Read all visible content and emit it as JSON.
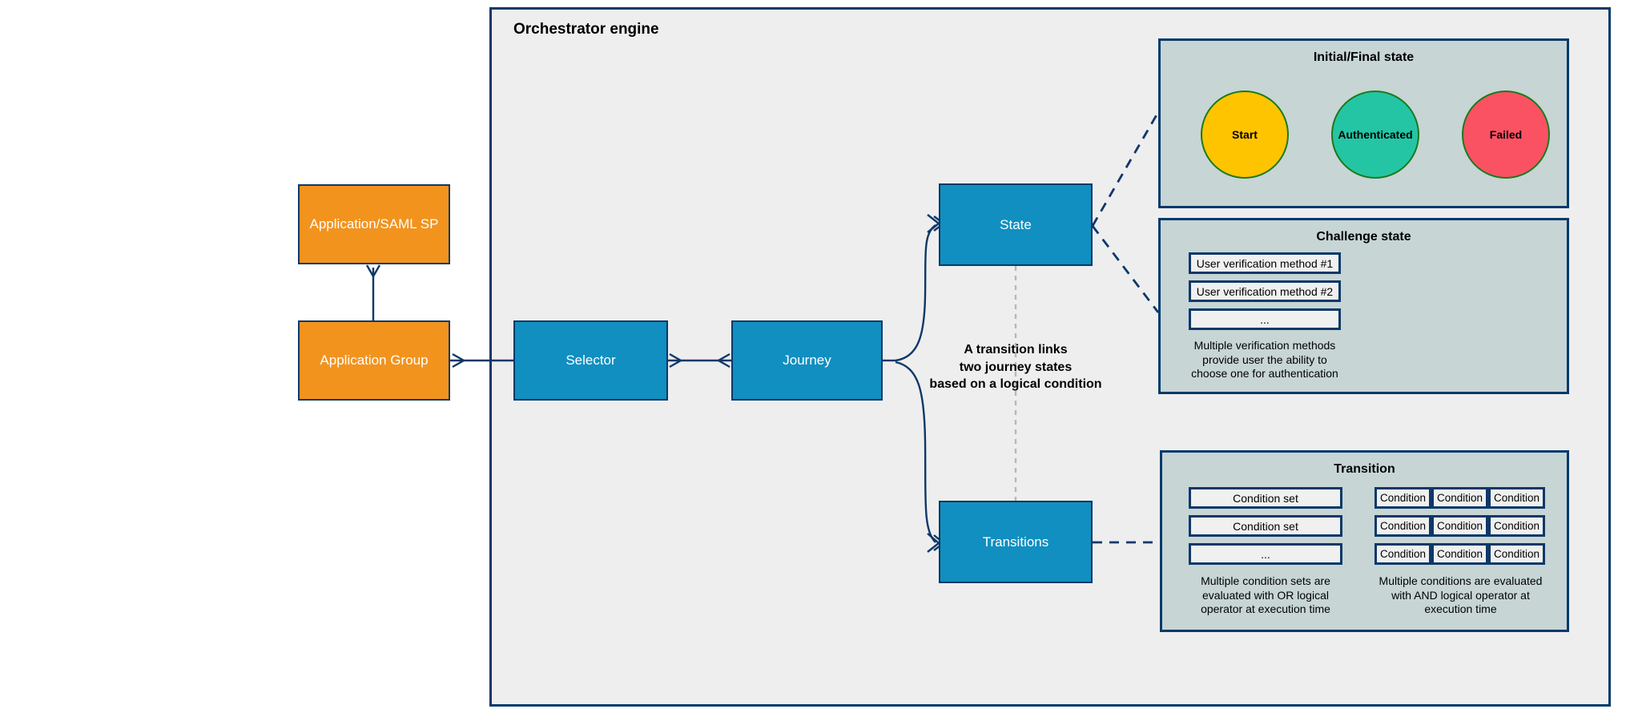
{
  "diagram": {
    "title": "Orchestrator engine",
    "colors": {
      "orange": "#f2931e",
      "blue": "#108fc0",
      "panel_fill": "#c7d5d5",
      "panel_border": "#083a6b",
      "canvas_fill": "#eeeeee",
      "connector": "#0d3868",
      "start_circle": "#ffc400",
      "authenticated_circle": "#24c5a4",
      "failed_circle": "#fb5263",
      "circle_border": "#1a7a1a"
    }
  },
  "nodes": {
    "application_saml_sp": "Application/SAML SP",
    "application_group": "Application Group",
    "selector": "Selector",
    "journey": "Journey",
    "state": "State",
    "transitions": "Transitions"
  },
  "annotation": {
    "transition_note": "A transition links\ntwo journey states\nbased on a logical condition"
  },
  "panels": {
    "initial_final_state": {
      "title": "Initial/Final state",
      "circles": [
        {
          "label": "Start",
          "color": "#ffc400"
        },
        {
          "label": "Authenticated",
          "color": "#24c5a4"
        },
        {
          "label": "Failed",
          "color": "#fb5263"
        }
      ]
    },
    "challenge_state": {
      "title": "Challenge state",
      "methods": [
        "User verification method #1",
        "User verification method #2",
        "..."
      ],
      "caption": "Multiple verification methods\nprovide user the ability to\nchoose one for authentication"
    },
    "transition": {
      "title": "Transition",
      "condition_sets": [
        "Condition set",
        "Condition set",
        "..."
      ],
      "condition_sets_caption": "Multiple condition sets are\nevaluated with OR logical\noperator at execution time",
      "conditions_grid": [
        [
          "Condition",
          "Condition",
          "Condition"
        ],
        [
          "Condition",
          "Condition",
          "Condition"
        ],
        [
          "Condition",
          "Condition",
          "Condition"
        ]
      ],
      "conditions_caption": "Multiple conditions are evaluated\nwith AND logical operator at\nexecution time"
    }
  }
}
